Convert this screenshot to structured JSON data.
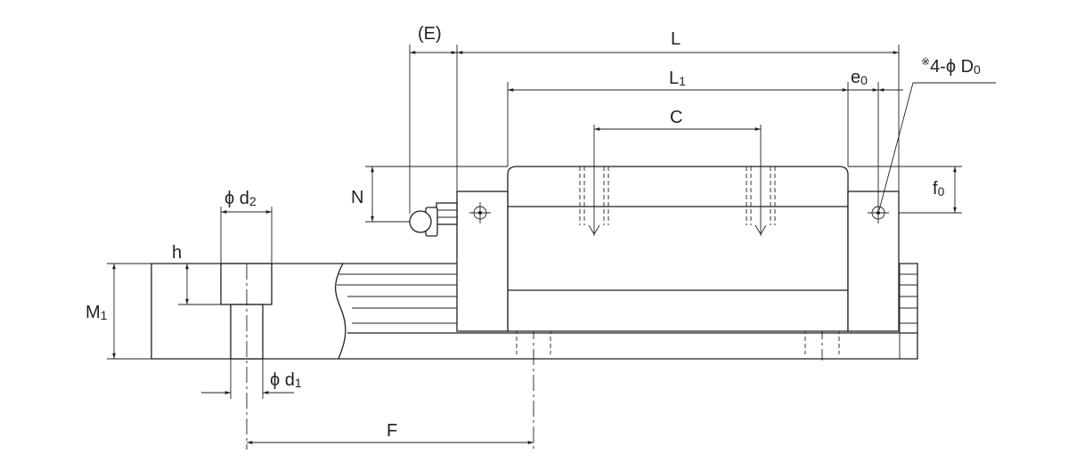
{
  "labels": {
    "E": "(E)",
    "L": "L",
    "L1_main": "L",
    "L1_sub": "1",
    "e0_main": "e",
    "e0_sub": "0",
    "D0_mark": "※",
    "D0_main": "4-ϕ D",
    "D0_sub": "0",
    "C": "C",
    "N": "N",
    "f0_main": "f",
    "f0_sub": "0",
    "d2_main": "ϕ d",
    "d2_sub": "2",
    "h": "h",
    "M1_main": "M",
    "M1_sub": "1",
    "d1_main": "ϕ d",
    "d1_sub": "1",
    "F": "F"
  }
}
